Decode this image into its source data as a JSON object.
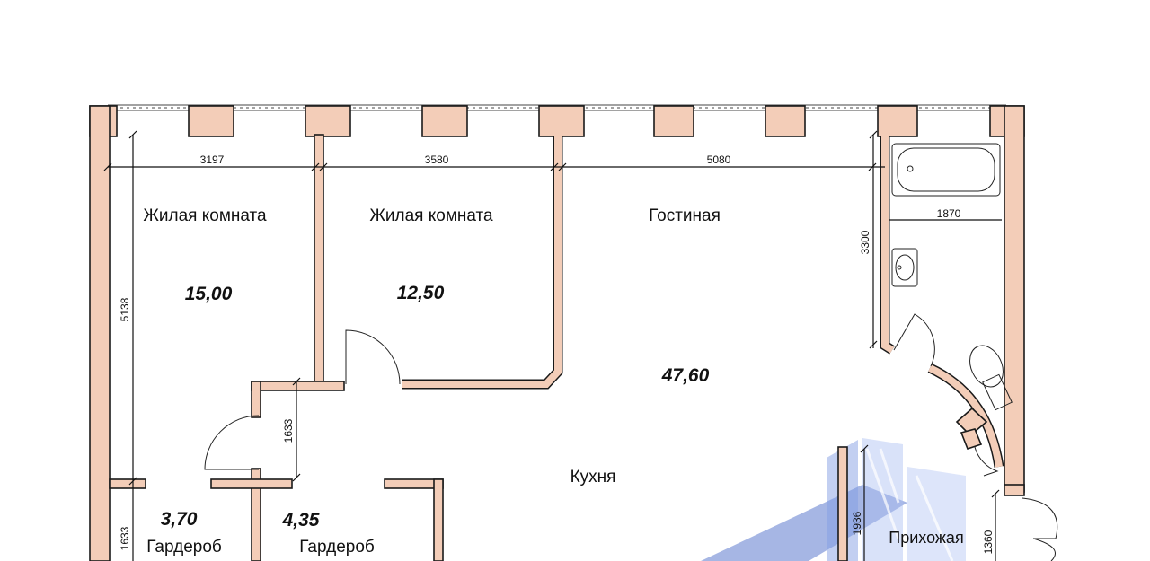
{
  "plan": {
    "rooms": {
      "bedroom1": {
        "label": "Жилая комната",
        "area": "15,00"
      },
      "bedroom2": {
        "label": "Жилая комната",
        "area": "12,50"
      },
      "living": {
        "label": "Гостиная",
        "area": "47,60"
      },
      "kitchen": {
        "label": "Кухня"
      },
      "wardrobe1": {
        "label": "Гардероб",
        "area": "3,70"
      },
      "wardrobe2": {
        "label": "Гардероб",
        "area": "4,35"
      },
      "hallway": {
        "label": "Прихожая"
      }
    },
    "dimensions": {
      "d3197": "3197",
      "d3580": "3580",
      "d5080": "5080",
      "d1870": "1870",
      "d3300": "3300",
      "d5138": "5138",
      "d1633a": "1633",
      "d1633b": "1633",
      "d1936": "1936",
      "d1360": "1360"
    },
    "colors": {
      "wall": "#f3cdb8",
      "line": "#1a1a1a",
      "watermark": "#3f63c4"
    }
  }
}
